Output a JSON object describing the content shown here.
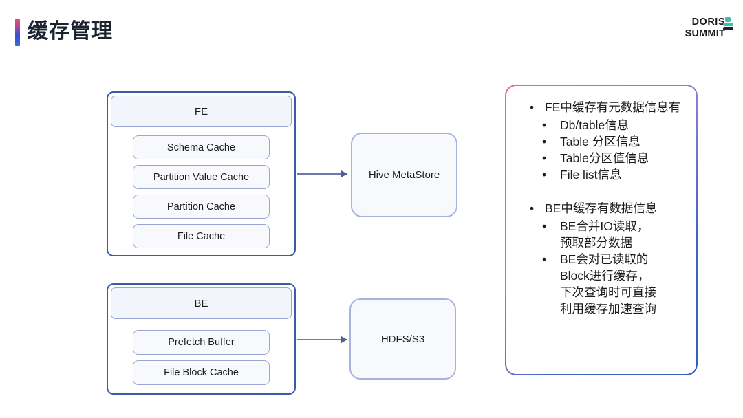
{
  "header": {
    "title": "缓存管理",
    "accent_bar_colors": [
      "#e0576e",
      "#3f4fd0"
    ],
    "logo": {
      "line1": "DORIS",
      "line2": "SUMMIT",
      "mark_colors": [
        "#3dbfb0",
        "#1b2330"
      ]
    }
  },
  "diagram": {
    "fe_group": {
      "title": "FE",
      "items": [
        {
          "label": "Schema Cache"
        },
        {
          "label": "Partition Value Cache"
        },
        {
          "label": "Partition Cache"
        },
        {
          "label": "File Cache"
        }
      ]
    },
    "be_group": {
      "title": "BE",
      "items": [
        {
          "label": "Prefetch Buffer"
        },
        {
          "label": "File Block Cache"
        }
      ]
    },
    "stores": [
      {
        "label": "Hive MetaStore"
      },
      {
        "label": "HDFS/S3"
      }
    ],
    "arrow_color": "#6b7ba6"
  },
  "notes": {
    "border_gradient": [
      "#d96e93",
      "#2f5fbe"
    ],
    "groups": [
      {
        "text": "FE中缓存有元数据信息有",
        "children": [
          "Db/table信息",
          "Table 分区信息",
          "Table分区值信息",
          "File list信息"
        ]
      },
      {
        "text": "BE中缓存有数据信息",
        "children": [
          "BE合并IO读取，\n预取部分数据",
          "BE会对已读取的\nBlock进行缓存，\n下次查询时可直接\n利用缓存加速查询"
        ]
      }
    ],
    "bullet_glyph": "•"
  }
}
